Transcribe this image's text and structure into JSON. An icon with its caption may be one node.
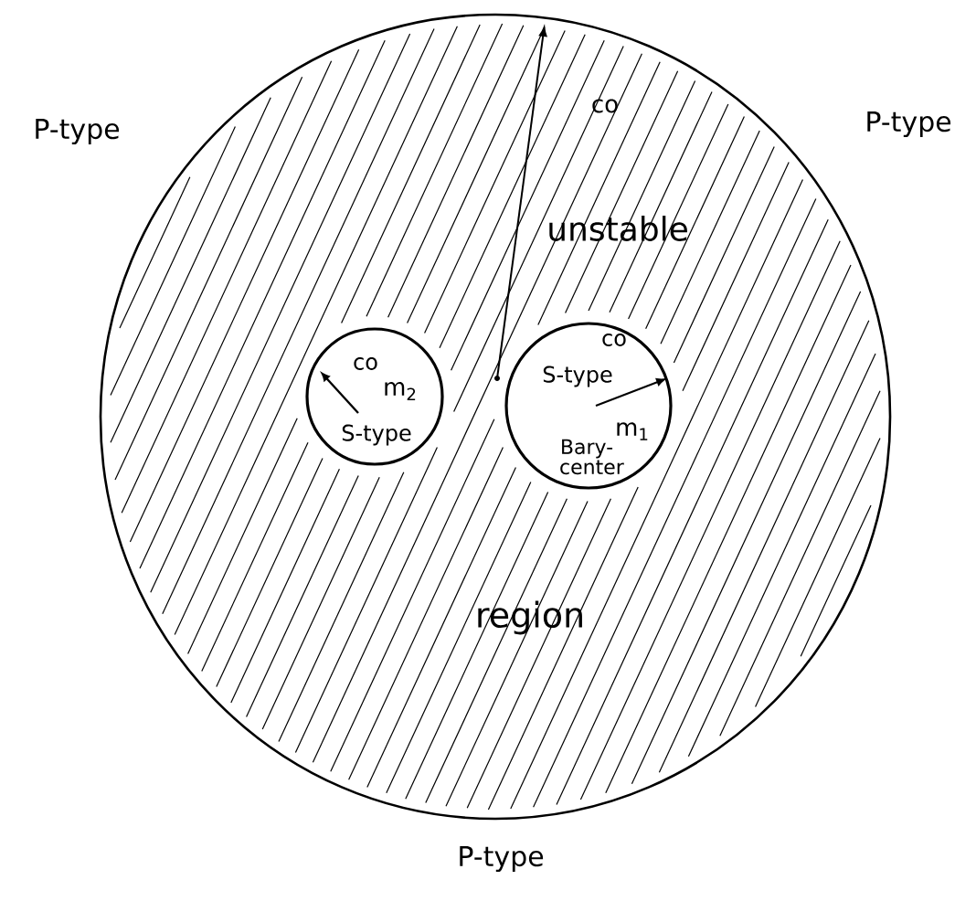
{
  "diagram": {
    "nodes": [
      {
        "text": [
          "unstable",
          "region"
        ]
      },
      {
        "text": [
          "m$_{2}$",
          "S-type"
        ],
        "in": 0
      },
      {
        "text": [
          "S-type",
          "m$_{1}$",
          "Bary- center"
        ],
        "in": 0
      }
    ],
    "labels": [
      "P-type",
      "co",
      "P-type",
      "co",
      "co",
      "P-type"
    ]
  }
}
